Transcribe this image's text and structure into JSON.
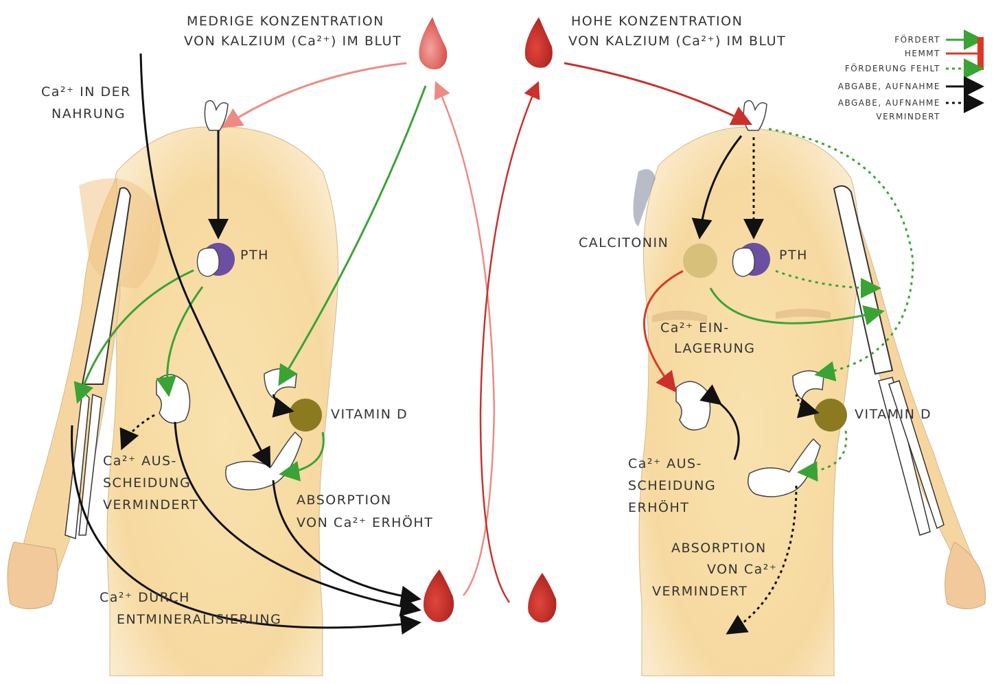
{
  "left": {
    "title": [
      "MEDRIGE KONZENTRATION",
      "VON KALZIUM (Ca²⁺) IM BLUT"
    ],
    "food": [
      "Ca²⁺ IN DER",
      "NAHRUNG"
    ],
    "pth": "PTH",
    "vitamin_d": "VITAMIN D",
    "excretion": [
      "Ca²⁺ AUS-",
      "SCHEIDUNG",
      "VERMINDERT"
    ],
    "absorption": [
      "ABSORPTION",
      "VON Ca²⁺ ERHÖHT"
    ],
    "demineral": [
      "Ca²⁺ DURCH",
      "ENTMINERALISIERUNG"
    ]
  },
  "right": {
    "title": [
      "HOHE KONZENTRATION",
      "VON KALZIUM (Ca²⁺) IM BLUT"
    ],
    "calcitonin": "CALCITONIN",
    "pth": "PTH",
    "vitamin_d": "VITAMIN D",
    "storage": [
      "Ca²⁺ EIN-",
      "LAGERUNG"
    ],
    "excretion": [
      "Ca²⁺ AUS-",
      "SCHEIDUNG",
      "ERHÖHT"
    ],
    "absorption": [
      "ABSORPTION",
      "VON Ca²⁺",
      "VERMINDERT"
    ]
  },
  "legend": {
    "items": [
      "FÖRDERT",
      "HEMMT",
      "FÖRDERUNG FEHLT",
      "ABGABE, AUFNAHME",
      "ABGABE, AUFNAHME",
      "VERMINDERT"
    ]
  },
  "colors": {
    "promote": "#3aa335",
    "inhibit": "#d93a25",
    "release": "#111111",
    "pth_gland": "#6a4fa3",
    "vitamin_d": "#8b7a1f",
    "calcitonin": "#d6c07a",
    "skin": "#f6dca6",
    "blood": "#c9312a"
  }
}
